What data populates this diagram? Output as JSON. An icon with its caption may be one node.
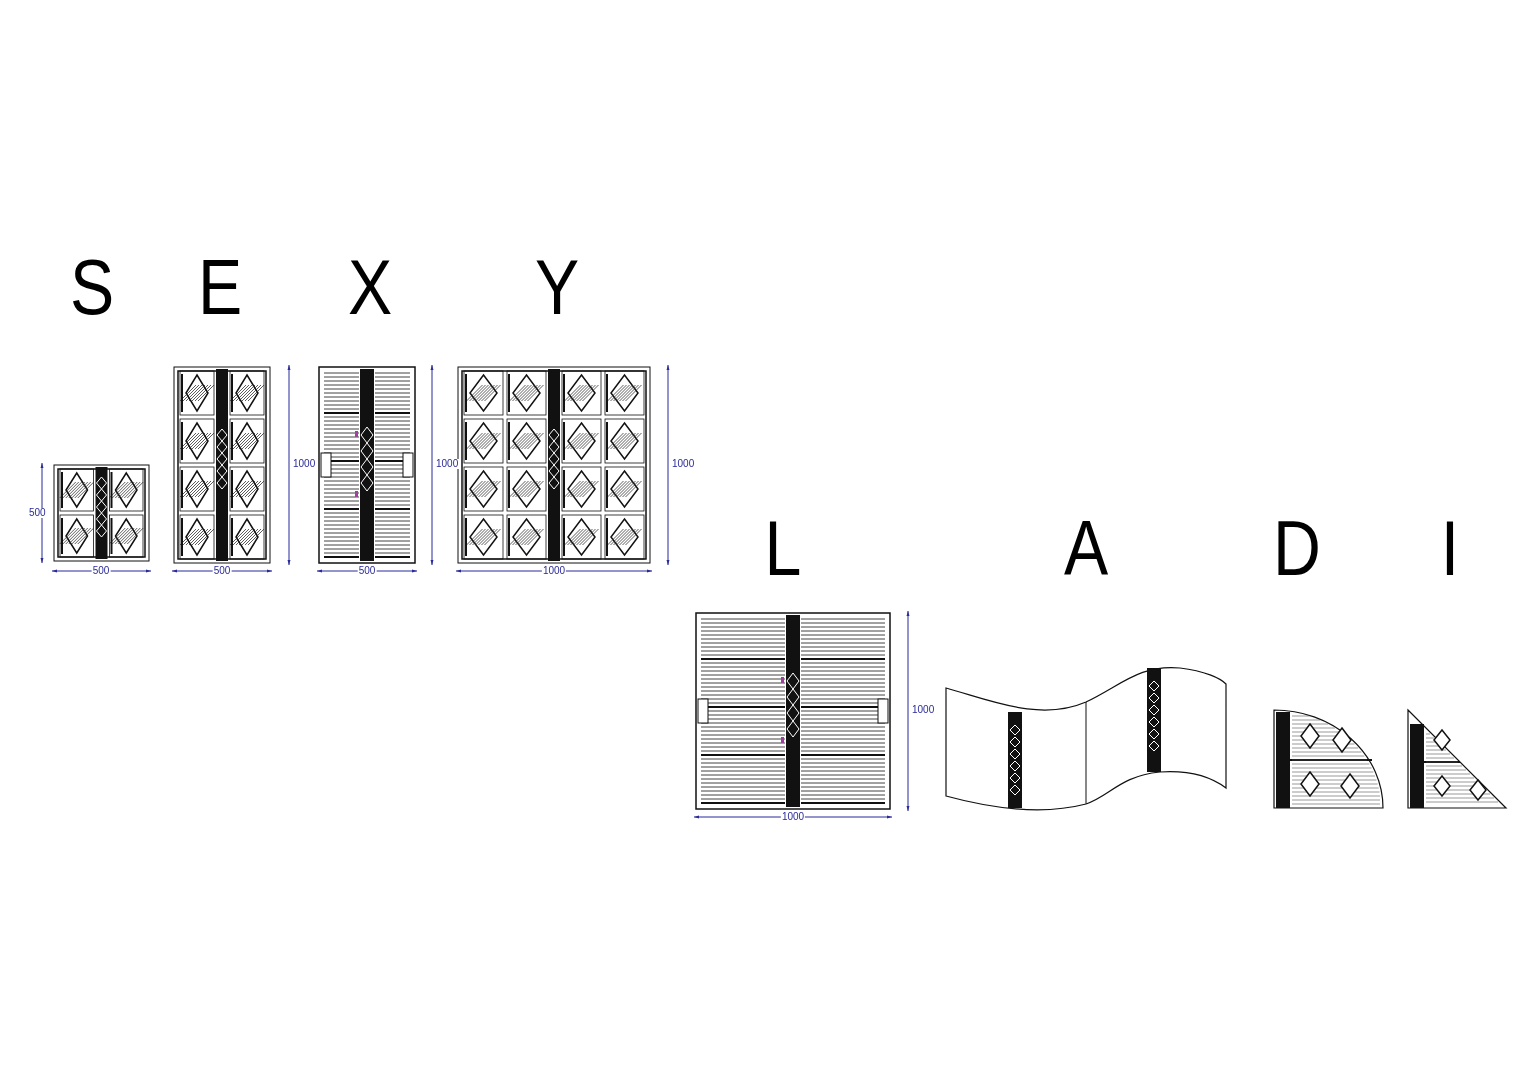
{
  "diagram": {
    "labels": [
      "S",
      "E",
      "X",
      "Y",
      "500",
      "500",
      "1000",
      "500",
      "1000",
      "500",
      "1000",
      "1000",
      "L",
      "A",
      "D",
      "I",
      "1000",
      "1000"
    ]
  }
}
